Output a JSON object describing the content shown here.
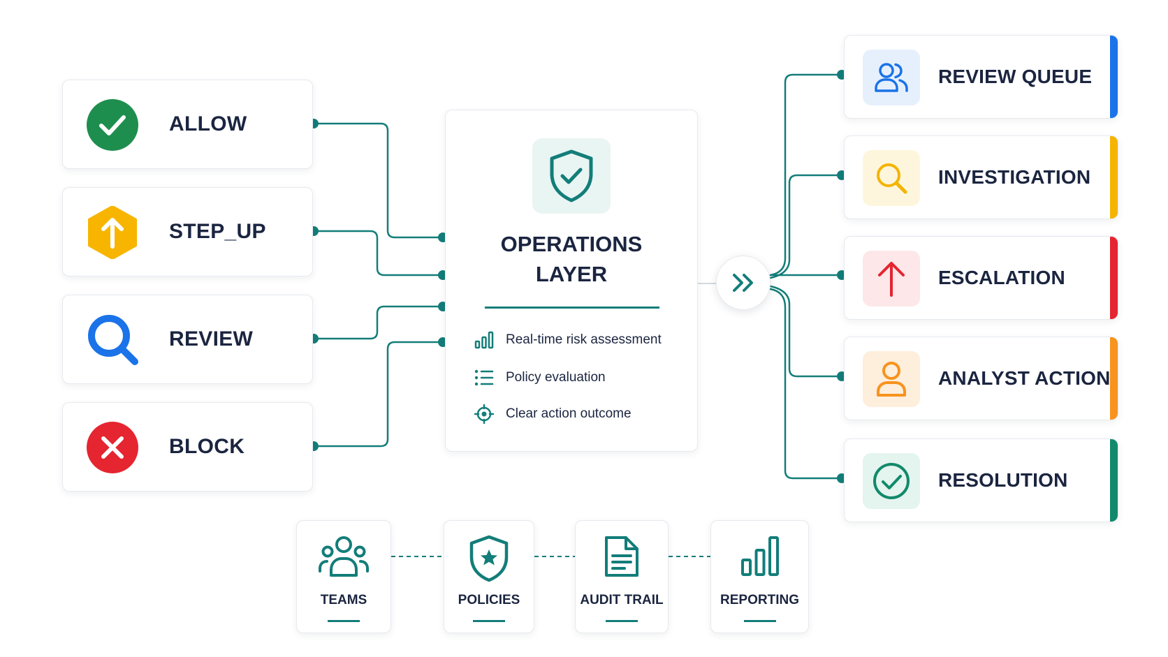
{
  "colors": {
    "teal": "#137d79",
    "allow": "#1e8e4e",
    "step_up": "#f7b500",
    "review": "#1a73e8",
    "block": "#e52530",
    "review_queue": "#1a73e8",
    "investigation": "#f4b400",
    "escalation": "#e52530",
    "analyst_action": "#f7931e",
    "resolution": "#118a6b"
  },
  "decisions": [
    {
      "label": "ALLOW",
      "icon": "check-circle-icon"
    },
    {
      "label": "STEP_UP",
      "icon": "arrow-up-hexagon-icon"
    },
    {
      "label": "REVIEW",
      "icon": "magnifier-icon"
    },
    {
      "label": "BLOCK",
      "icon": "x-circle-icon"
    }
  ],
  "operations": {
    "title_line1": "OPERATIONS",
    "title_line2": "LAYER",
    "icon": "shield-check-icon",
    "features": [
      {
        "text": "Real-time risk assessment",
        "icon": "bar-chart-icon"
      },
      {
        "text": "Policy evaluation",
        "icon": "list-icon"
      },
      {
        "text": "Clear action outcome",
        "icon": "target-icon"
      }
    ]
  },
  "hub": {
    "icon": "double-chevron-right-icon"
  },
  "workflows": [
    {
      "label": "REVIEW QUEUE",
      "icon": "users-icon"
    },
    {
      "label": "INVESTIGATION",
      "icon": "search-icon"
    },
    {
      "label": "ESCALATION",
      "icon": "arrow-up-icon"
    },
    {
      "label": "ANALYST ACTION",
      "icon": "user-icon"
    },
    {
      "label": "RESOLUTION",
      "icon": "check-circle-icon"
    }
  ],
  "foundations": [
    {
      "label": "TEAMS",
      "icon": "team-icon"
    },
    {
      "label": "POLICIES",
      "icon": "shield-star-icon"
    },
    {
      "label": "AUDIT TRAIL",
      "icon": "document-icon"
    },
    {
      "label": "REPORTING",
      "icon": "bar-chart-icon"
    }
  ]
}
